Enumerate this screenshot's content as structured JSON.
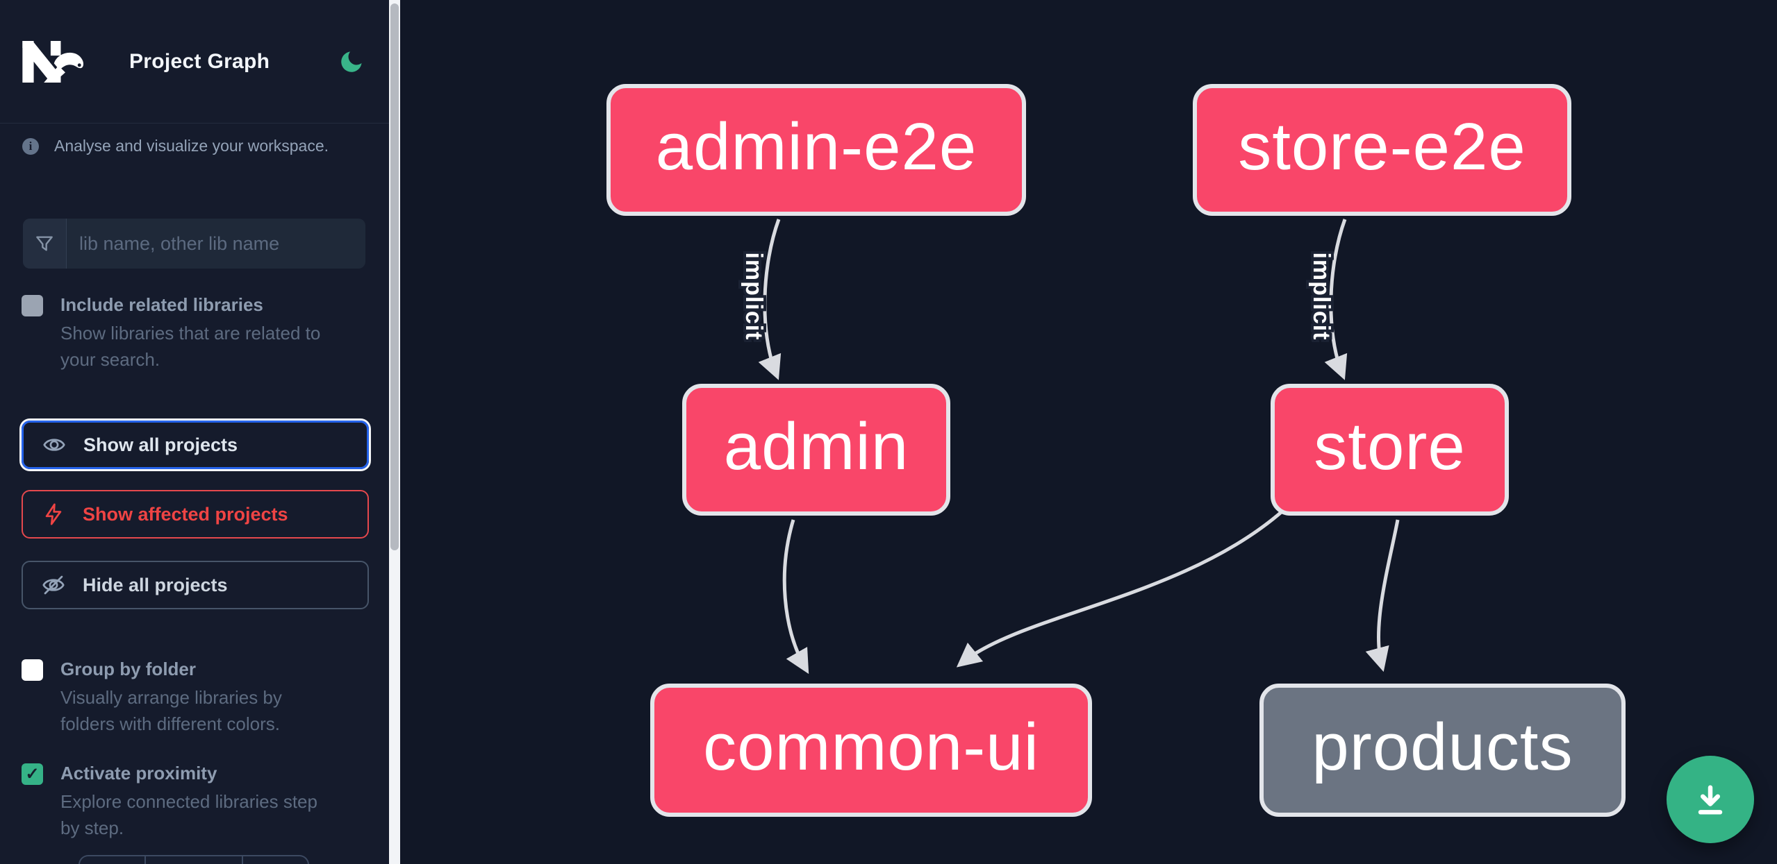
{
  "header": {
    "title": "Project Graph",
    "theme_toggle_icon": "moon-icon"
  },
  "sidebar": {
    "tagline": "Analyse and visualize your workspace.",
    "search": {
      "placeholder": "lib name, other lib name",
      "value": "",
      "icon": "filter-icon"
    },
    "toggles": [
      {
        "label": "Include related libraries",
        "description": "Show libraries that are related to\nyour search.",
        "checked": false
      },
      {
        "label": "Group by folder",
        "description": "Visually arrange libraries by\nfolders with different colors.",
        "checked": false
      },
      {
        "label": "Activate proximity",
        "description": "Explore connected libraries step\nby step.",
        "checked": true,
        "check_glyph": "✓"
      }
    ],
    "buttons": [
      {
        "label": "Show all projects",
        "icon": "eye-icon",
        "state": "focused"
      },
      {
        "label": "Show affected projects",
        "icon": "lightning-icon"
      },
      {
        "label": "Hide all projects",
        "icon": "eye-off-icon"
      }
    ]
  },
  "graph": {
    "nodes": [
      {
        "label": "admin-e2e",
        "color": "#f94669"
      },
      {
        "label": "store-e2e",
        "color": "#f94669"
      },
      {
        "label": "admin",
        "color": "#f94669"
      },
      {
        "label": "store",
        "color": "#f94669"
      },
      {
        "label": "common-ui",
        "color": "#f94669"
      },
      {
        "label": "products",
        "color": "#6b7482"
      }
    ],
    "edges": [
      {
        "from": "admin-e2e",
        "to": "admin",
        "label": "implicit"
      },
      {
        "from": "store-e2e",
        "to": "store",
        "label": "implicit"
      },
      {
        "from": "admin",
        "to": "common-ui",
        "label": ""
      },
      {
        "from": "store",
        "to": "common-ui",
        "label": ""
      },
      {
        "from": "store",
        "to": "products",
        "label": ""
      }
    ]
  },
  "fab": {
    "icon": "download-icon"
  },
  "colors": {
    "sidebar_bg": "#151b2c",
    "graph_bg": "#111726",
    "node_pink": "#f94669",
    "node_gray": "#6b7482",
    "node_border": "#e3e5ea",
    "edge": "#d9dbe0",
    "accent_focus_blue": "#2563eb",
    "accent_red": "#ef4444",
    "accent_green": "#34b385",
    "text_primary": "#f2f5f9",
    "text_muted": "#94a3b8"
  }
}
